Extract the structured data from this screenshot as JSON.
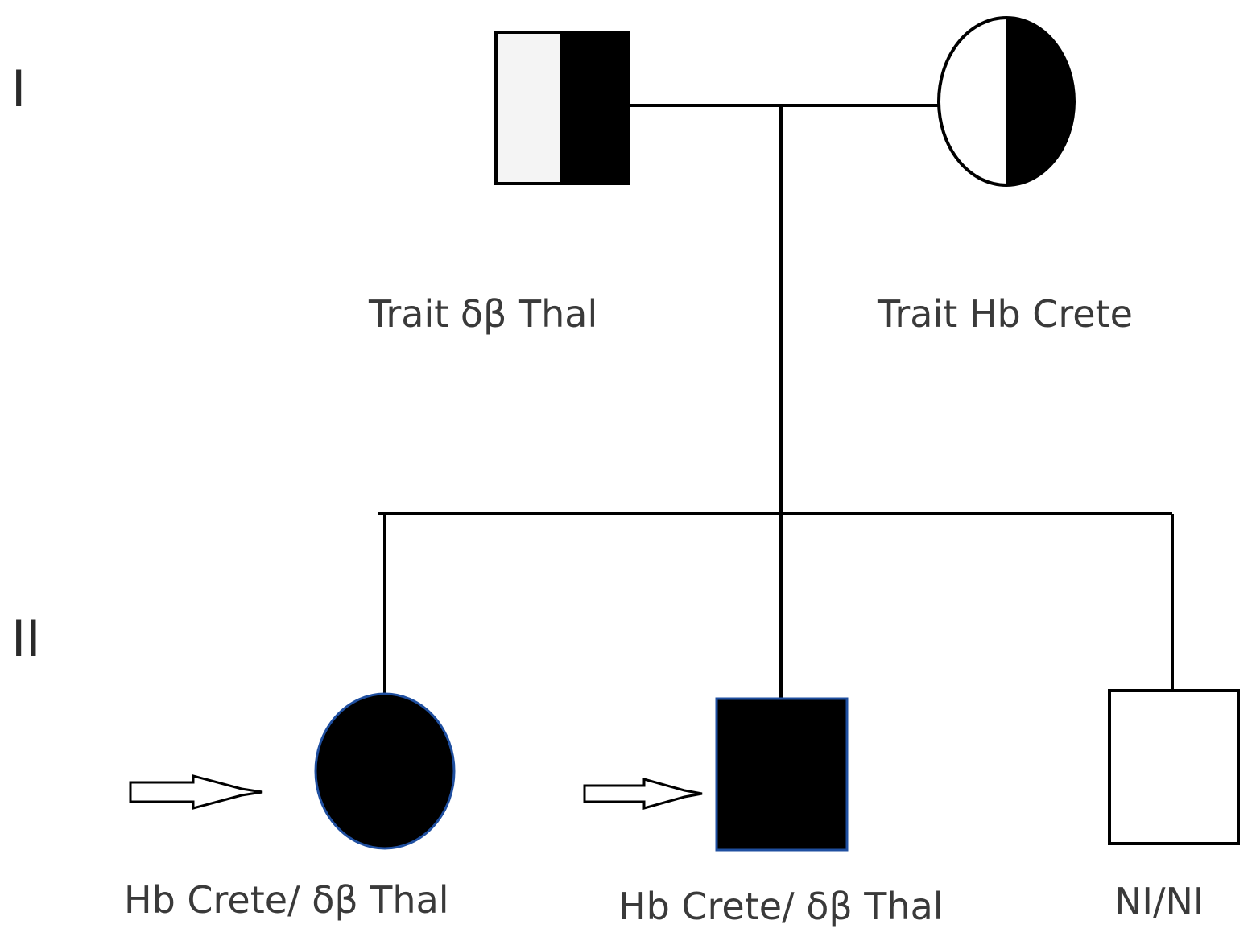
{
  "generations": {
    "gen1": "I",
    "gen2": "II"
  },
  "individuals": {
    "father": {
      "label": "Trait δβ Thal",
      "sex": "male",
      "status": "carrier-half-filled"
    },
    "mother": {
      "label": "Trait Hb Crete",
      "sex": "female",
      "status": "carrier-half-filled"
    },
    "daughter": {
      "label": "Hb Crete/ δβ Thal",
      "sex": "female",
      "status": "affected",
      "proband": true
    },
    "son": {
      "label": "Hb Crete/ δβ Thal",
      "sex": "male",
      "status": "affected",
      "proband": true
    },
    "son2": {
      "label": "NI/NI",
      "sex": "male",
      "status": "unaffected"
    }
  },
  "colors": {
    "line": "#000000",
    "affected_fill": "#000000",
    "unaffected_fill": "#ffffff",
    "father_left_fill": "#f4f4f4",
    "label_text": "#3a3a3a",
    "affected_outline_accent": "#1f4fa0"
  }
}
